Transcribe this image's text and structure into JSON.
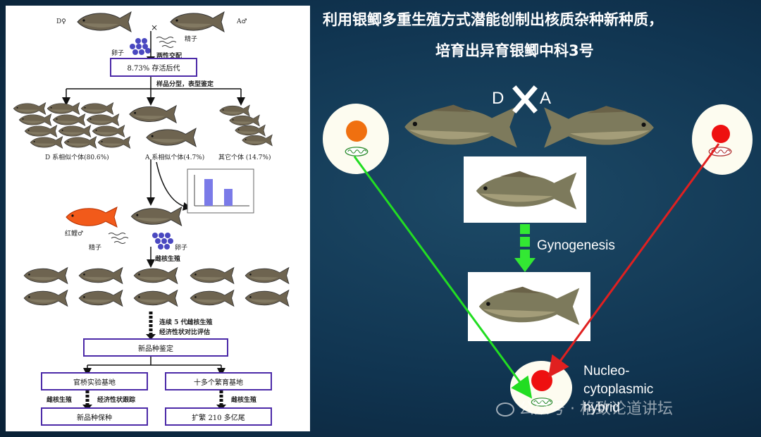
{
  "title": {
    "line1": "利用银鲫多重生殖方式潜能创制出核质杂种新种质，",
    "line2": "培育出异育银鲫中科3号"
  },
  "flowchart": {
    "parent_d": "D♀",
    "parent_a": "A♂",
    "cross": "×",
    "egg": "卵子",
    "sperm": "精子",
    "bisexual": "两性交配",
    "survival": "8.73% 存活后代",
    "separation": "样品分型，表型鉴定",
    "d_group": "D 系相似个体(80.6%)",
    "a_group": "A 系相似个体(4.7%)",
    "other_group": "其它个体 (14.7%)",
    "red_carp": "红鲤♂",
    "sperm2": "精子",
    "egg2": "卵子",
    "gyno": "雌核生殖",
    "consecutive_1": "连续 5 代雌核生殖",
    "consecutive_2": "经济性状对比评估",
    "new_variety_id": "新品种鉴定",
    "official_base": "官桥实验基地",
    "breeding_bases": "十多个繁育基地",
    "gyno_left": "雌核生殖",
    "trait_track": "经济性状跟踪",
    "gyno_right": "雌核生殖",
    "preserve": "新品种保种",
    "expand": "扩繁 210 多亿尾"
  },
  "right": {
    "parent_d": "D",
    "parent_a": "A",
    "gynogenesis": "Gynogenesis",
    "hybrid_1": "Nucleo-",
    "hybrid_2": "cytoplasmic",
    "hybrid_3": "hybrid"
  },
  "watermark": "公众号 · 格致论道讲坛",
  "colors": {
    "green_arrow": "#22dd22",
    "red_arrow": "#e02020",
    "orange_nucleus": "#f07010",
    "red_nucleus": "#ee1010",
    "box_border": "#4c2aa8"
  }
}
